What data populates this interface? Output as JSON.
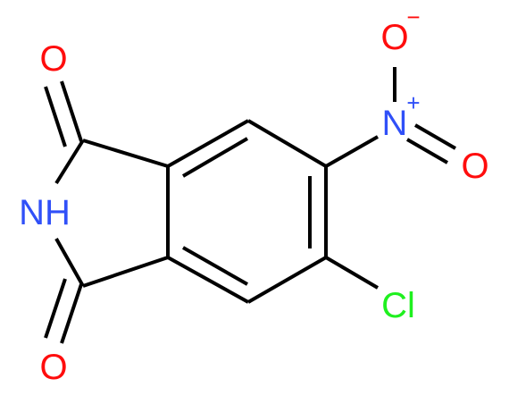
{
  "molecule": {
    "atoms": {
      "o_top": {
        "text": "O",
        "color": "#ff0d0d"
      },
      "nh": {
        "text": "NH",
        "color": "#3050f8"
      },
      "o_bottom": {
        "text": "O",
        "color": "#ff0d0d"
      },
      "n_nitro": {
        "text": "N",
        "color": "#3050f8"
      },
      "n_charge": {
        "text": "+",
        "color": "#3050f8"
      },
      "o_nitro_top": {
        "text": "O",
        "color": "#ff0d0d"
      },
      "o_charge": {
        "text": "−",
        "color": "#ff0d0d"
      },
      "o_nitro_right": {
        "text": "O",
        "color": "#ff0d0d"
      },
      "cl": {
        "text": "Cl",
        "color": "#1ff01f"
      }
    },
    "bond_color": "#000000"
  }
}
